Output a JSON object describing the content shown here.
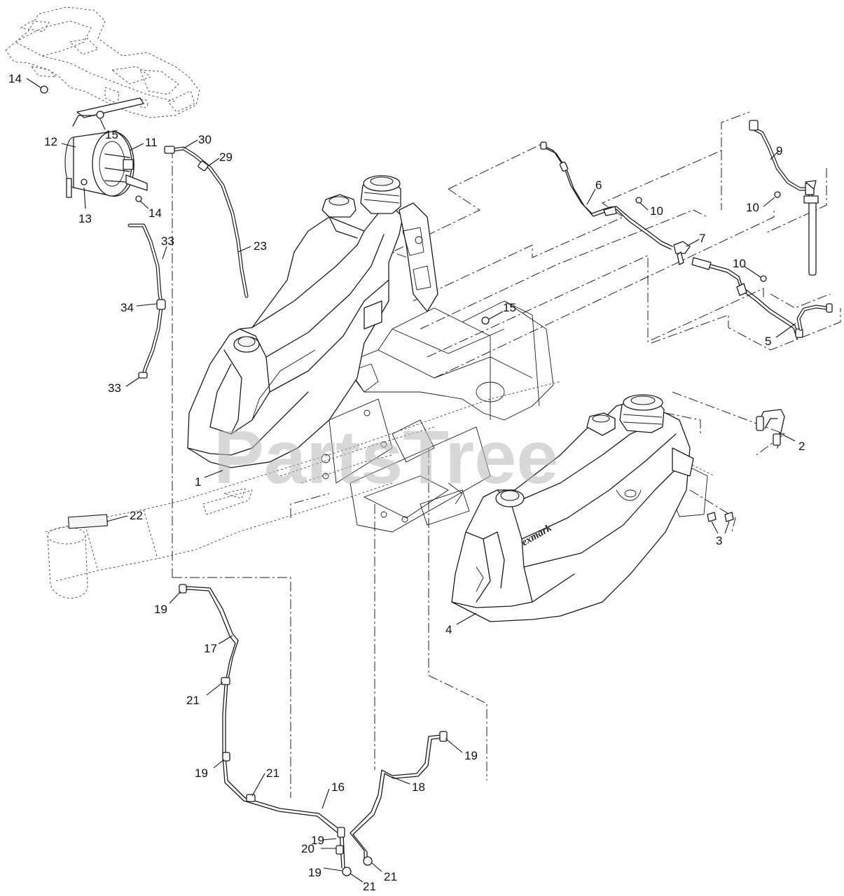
{
  "watermark": "PartsTree",
  "tank_brand": "exmark",
  "callouts": [
    {
      "label": "14"
    },
    {
      "label": "15"
    },
    {
      "label": "12"
    },
    {
      "label": "11"
    },
    {
      "label": "13"
    },
    {
      "label": "14"
    },
    {
      "label": "30"
    },
    {
      "label": "29"
    },
    {
      "label": "23"
    },
    {
      "label": "33"
    },
    {
      "label": "34"
    },
    {
      "label": "33"
    },
    {
      "label": "9"
    },
    {
      "label": "10"
    },
    {
      "label": "6"
    },
    {
      "label": "10"
    },
    {
      "label": "7"
    },
    {
      "label": "10"
    },
    {
      "label": "5"
    },
    {
      "label": "15"
    },
    {
      "label": "2"
    },
    {
      "label": "1"
    },
    {
      "label": "22"
    },
    {
      "label": "3"
    },
    {
      "label": "4"
    },
    {
      "label": "19"
    },
    {
      "label": "17"
    },
    {
      "label": "21"
    },
    {
      "label": "19"
    },
    {
      "label": "21"
    },
    {
      "label": "16"
    },
    {
      "label": "18"
    },
    {
      "label": "19"
    },
    {
      "label": "19"
    },
    {
      "label": "20"
    },
    {
      "label": "19"
    },
    {
      "label": "21"
    },
    {
      "label": "21"
    }
  ]
}
